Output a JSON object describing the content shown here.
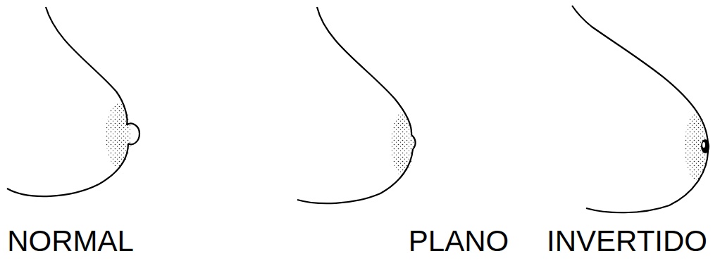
{
  "diagram": {
    "labels": [
      "NORMAL",
      "PLANO",
      "INVERTIDO"
    ]
  }
}
